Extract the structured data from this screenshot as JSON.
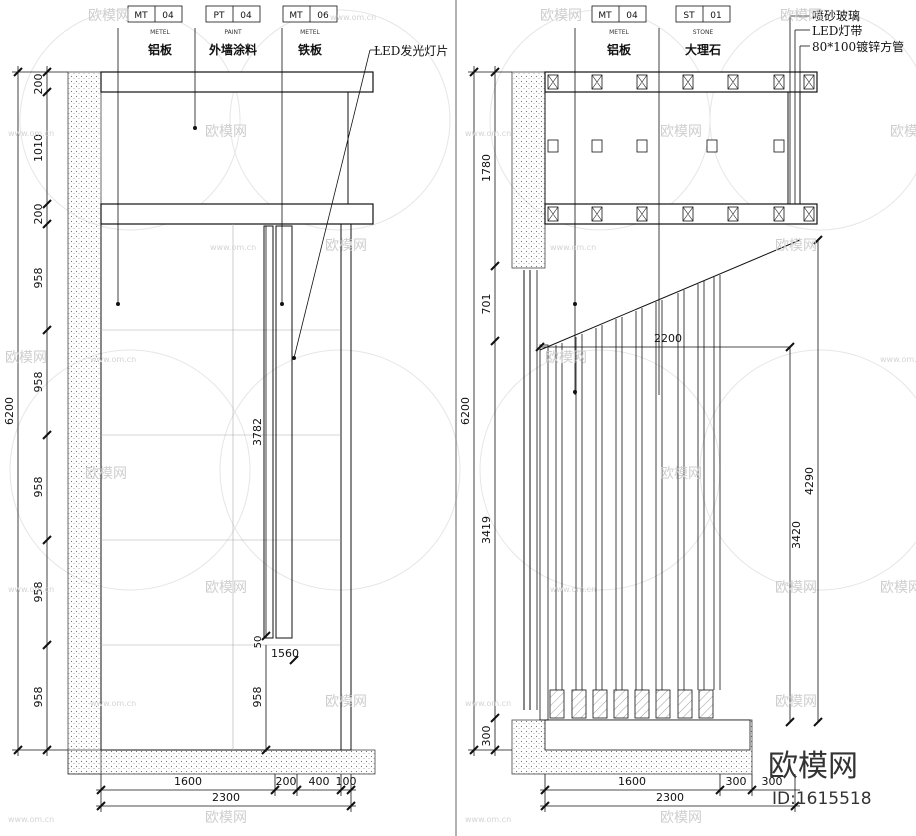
{
  "left_elevation": {
    "tags": [
      {
        "code": "MT",
        "num": "04",
        "sub": "METEL",
        "label": "铝板"
      },
      {
        "code": "PT",
        "num": "04",
        "sub": "PAINT",
        "label": "外墙涂料"
      },
      {
        "code": "MT",
        "num": "06",
        "sub": "METEL",
        "label": "铁板"
      }
    ],
    "callout": "LED发光灯片",
    "dims_vertical": [
      "200",
      "1010",
      "200",
      "958",
      "958",
      "958",
      "958",
      "958"
    ],
    "total_height": "6200",
    "inner_dim": "3782",
    "small_dims": [
      "50",
      "1560",
      "958"
    ],
    "dims_bottom": [
      "1600",
      "200",
      "400",
      "100"
    ],
    "total_width": "2300"
  },
  "right_elevation": {
    "tags": [
      {
        "code": "MT",
        "num": "04",
        "sub": "METEL",
        "label": "铝板"
      },
      {
        "code": "ST",
        "num": "01",
        "sub": "STONE",
        "label": "大理石"
      }
    ],
    "callouts": [
      "喷砂玻璃",
      "LED灯带",
      "80*100镀锌方管"
    ],
    "dims_left": [
      "1780",
      "701",
      "3419",
      "300"
    ],
    "total_height": "6200",
    "span_dim": "2200",
    "dims_right": [
      "3420",
      "4290"
    ],
    "dims_bottom": [
      "1600",
      "300",
      "300"
    ],
    "total_width": "2300"
  },
  "watermark": {
    "brand": "欧模网",
    "url": "www.om.cn",
    "logo_text": "欧模网",
    "id_text": "ID:1615518"
  }
}
